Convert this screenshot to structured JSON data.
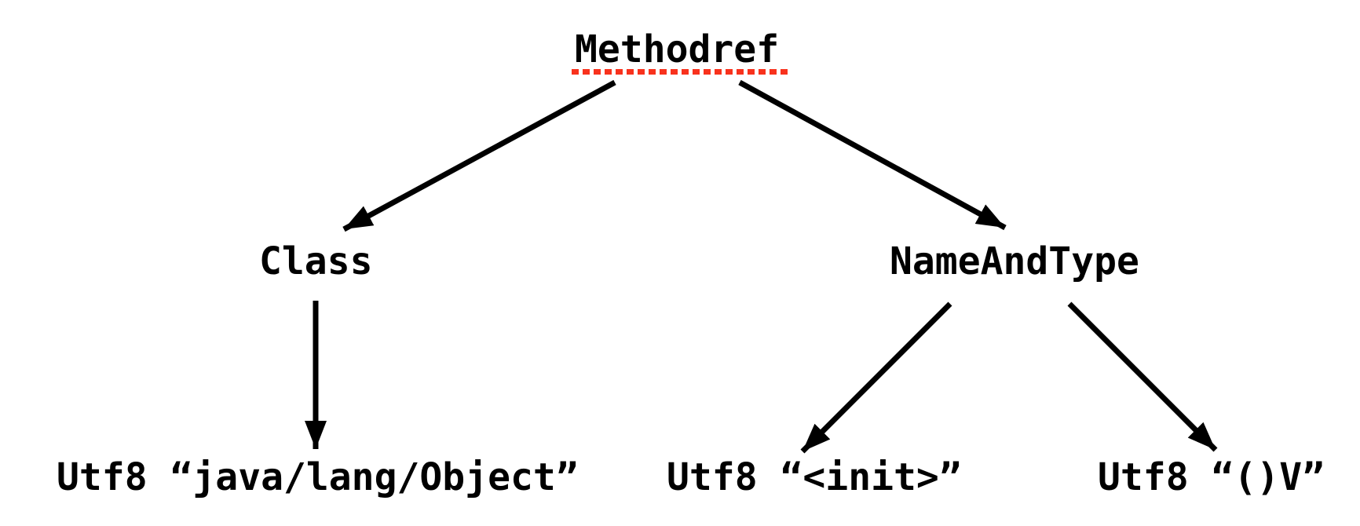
{
  "diagram": {
    "type": "tree",
    "description": "Constant pool reference tree: Methodref entry linking to Class and NameAndType entries, which link to Utf8 string entries",
    "nodes": {
      "methodref": {
        "label": "Methodref",
        "level": 0,
        "decoration": "red-dotted-spellcheck-underline"
      },
      "class_node": {
        "label": "Class",
        "level": 1
      },
      "nameandtype": {
        "label": "NameAndType",
        "level": 1
      },
      "utf8_object": {
        "label": "Utf8 “java/lang/Object”",
        "level": 2
      },
      "utf8_init": {
        "label": "Utf8 “<init>”",
        "level": 2
      },
      "utf8_v": {
        "label": "Utf8 “()V”",
        "level": 2
      }
    },
    "edges": [
      {
        "from": "methodref",
        "to": "class_node"
      },
      {
        "from": "methodref",
        "to": "nameandtype"
      },
      {
        "from": "class_node",
        "to": "utf8_object"
      },
      {
        "from": "nameandtype",
        "to": "utf8_init"
      },
      {
        "from": "nameandtype",
        "to": "utf8_v"
      }
    ],
    "colors": {
      "background": "#ffffff",
      "text": "#000000",
      "arrow": "#000000",
      "underline_red": "#f8321d"
    }
  }
}
